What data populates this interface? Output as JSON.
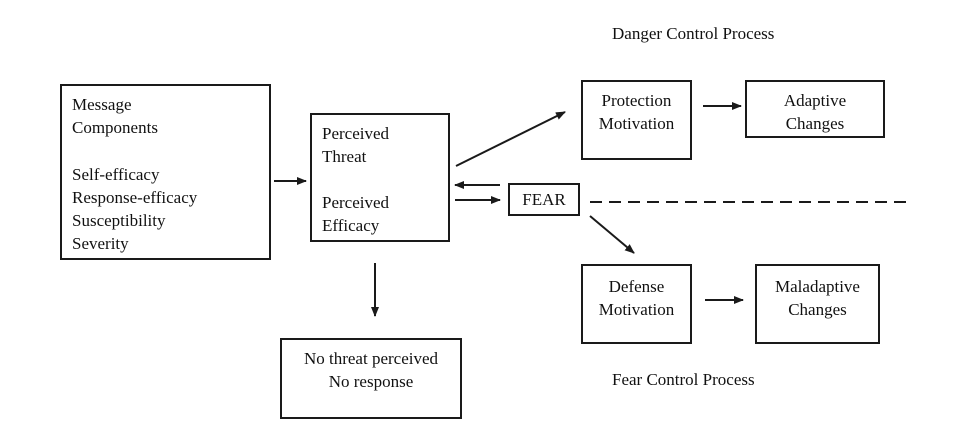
{
  "labels": {
    "danger_process": "Danger Control Process",
    "fear_process": "Fear Control Process"
  },
  "boxes": {
    "message": {
      "heading_line1": "Message",
      "heading_line2": "Components",
      "items": [
        "Self-efficacy",
        "Response-efficacy",
        "Susceptibility",
        "Severity"
      ]
    },
    "perceived": {
      "line1": "Perceived",
      "line2": "Threat",
      "line3": "Perceived",
      "line4": "Efficacy"
    },
    "fear": {
      "label": "FEAR"
    },
    "protection": {
      "line1": "Protection",
      "line2": "Motivation"
    },
    "adaptive": {
      "line1": "Adaptive",
      "line2": "Changes"
    },
    "defense": {
      "line1": "Defense",
      "line2": "Motivation"
    },
    "maladaptive": {
      "line1": "Maladaptive",
      "line2": "Changes"
    },
    "no_threat": {
      "line1": "No threat perceived",
      "line2": "No response"
    }
  }
}
